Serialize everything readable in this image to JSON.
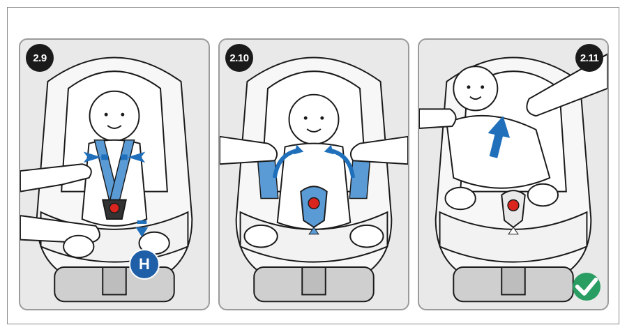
{
  "steps": [
    {
      "label": "2.9",
      "icon": "H"
    },
    {
      "label": "2.10"
    },
    {
      "label": "2.11",
      "icon": "checkmark-icon"
    }
  ],
  "colors": {
    "harness_blue": "#5b9bd5",
    "arrow_blue": "#1f6fba",
    "buckle_red": "#d9251d",
    "check_green": "#2a9d63",
    "panel_bg": "#e9e9e9",
    "outline": "#1a1a1a"
  }
}
